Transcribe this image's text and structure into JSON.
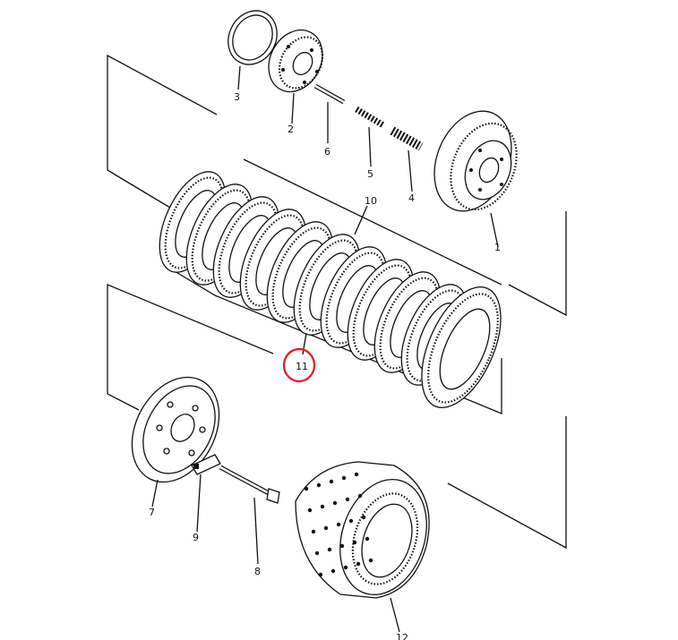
{
  "callouts": {
    "p1": "1",
    "p2": "2",
    "p3": "3",
    "p4": "4",
    "p5": "5",
    "p6": "6",
    "p7": "7",
    "p8": "8",
    "p9": "9",
    "p10": "10",
    "p11": "11",
    "p12": "12"
  },
  "highlight": {
    "target": "11",
    "color": "#e0242c"
  }
}
